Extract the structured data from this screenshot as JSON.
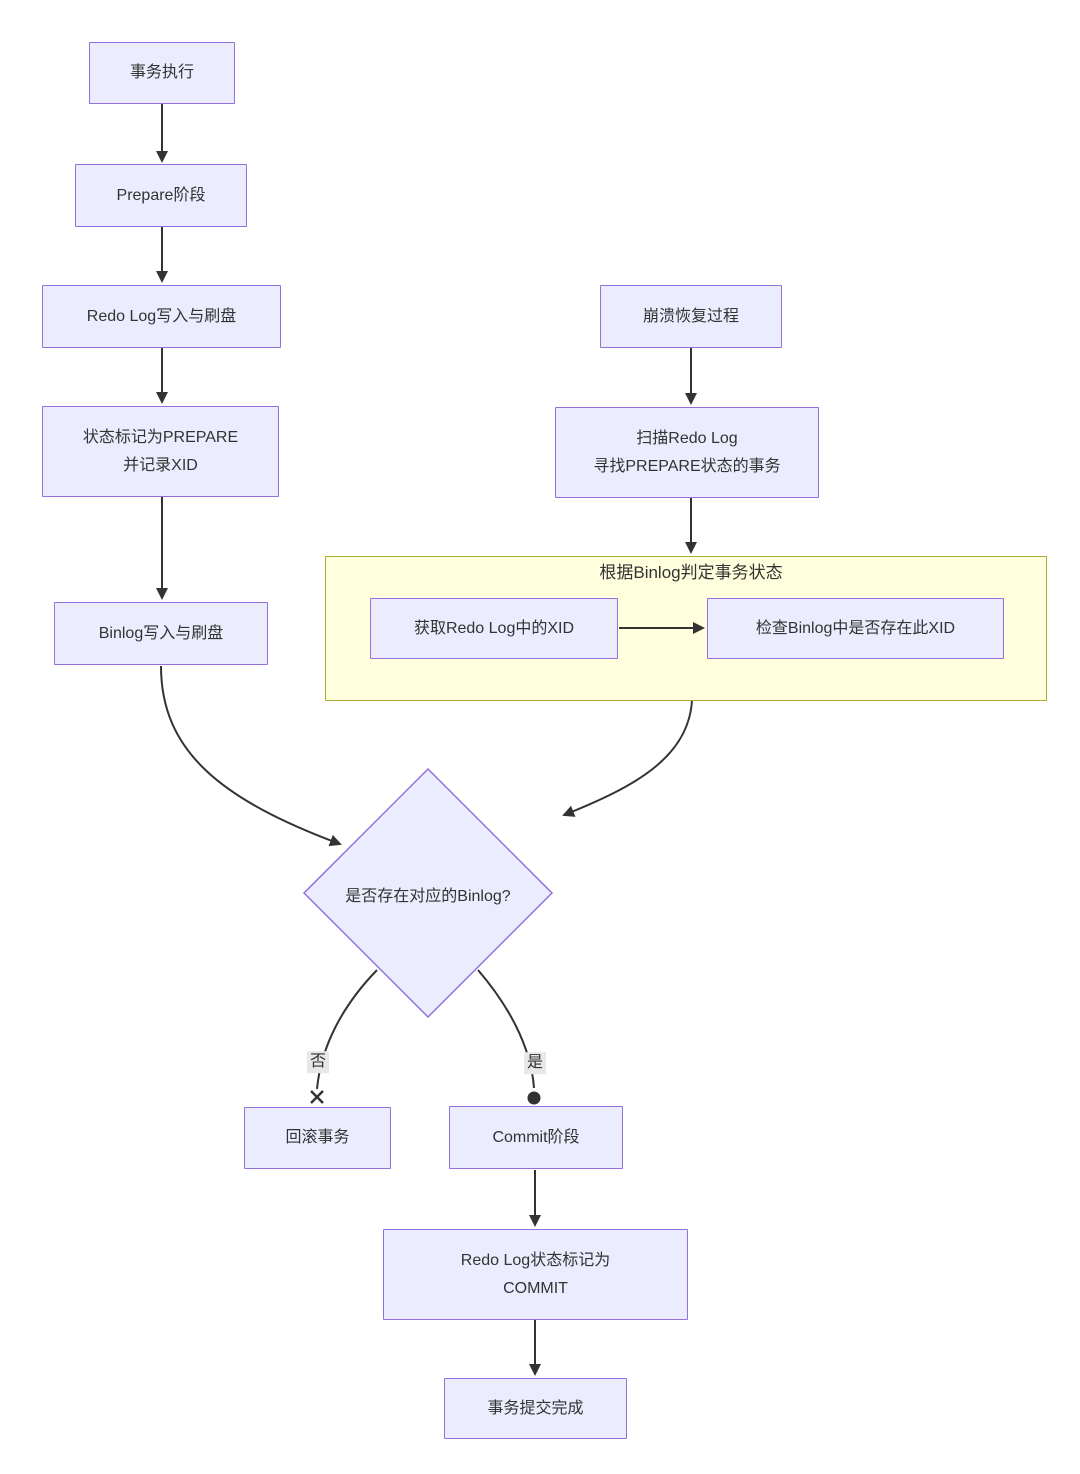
{
  "diagram": {
    "type": "flowchart",
    "background": "#FFFFFF",
    "nodes": {
      "transaction_execute": {
        "label": "事务执行"
      },
      "prepare_phase": {
        "label": "Prepare阶段"
      },
      "redo_log_write": {
        "label": "Redo Log写入与刷盘"
      },
      "mark_prepare": {
        "label": "状态标记为PREPARE\n并记录XID"
      },
      "binlog_write": {
        "label": "Binlog写入与刷盘"
      },
      "crash_recovery": {
        "label": "崩溃恢复过程"
      },
      "scan_redo_log": {
        "label": "扫描Redo Log\n寻找PREPARE状态的事务"
      },
      "get_xid": {
        "label": "获取Redo Log中的XID"
      },
      "check_xid": {
        "label": "检查Binlog中是否存在此XID"
      },
      "binlog_decision": {
        "label": "是否存在对应的Binlog?"
      },
      "rollback": {
        "label": "回滚事务"
      },
      "commit_phase": {
        "label": "Commit阶段"
      },
      "mark_commit": {
        "label": "Redo Log状态标记为\nCOMMIT"
      },
      "commit_done": {
        "label": "事务提交完成"
      }
    },
    "cluster": {
      "title": "根据Binlog判定事务状态"
    },
    "edge_labels": {
      "no": "否",
      "yes": "是"
    },
    "edges": [
      {
        "from": "transaction_execute",
        "to": "prepare_phase",
        "end": "arrow"
      },
      {
        "from": "prepare_phase",
        "to": "redo_log_write",
        "end": "arrow"
      },
      {
        "from": "redo_log_write",
        "to": "mark_prepare",
        "end": "arrow"
      },
      {
        "from": "mark_prepare",
        "to": "binlog_write",
        "end": "arrow"
      },
      {
        "from": "crash_recovery",
        "to": "scan_redo_log",
        "end": "arrow"
      },
      {
        "from": "scan_redo_log",
        "to": "cluster",
        "end": "arrow"
      },
      {
        "from": "get_xid",
        "to": "check_xid",
        "end": "arrow"
      },
      {
        "from": "binlog_write",
        "to": "binlog_decision",
        "end": "arrow"
      },
      {
        "from": "cluster",
        "to": "binlog_decision",
        "end": "arrow"
      },
      {
        "from": "binlog_decision",
        "to": "rollback",
        "label": "否",
        "end": "cross"
      },
      {
        "from": "binlog_decision",
        "to": "commit_phase",
        "label": "是",
        "end": "circle"
      },
      {
        "from": "commit_phase",
        "to": "mark_commit",
        "end": "arrow"
      },
      {
        "from": "mark_commit",
        "to": "commit_done",
        "end": "arrow"
      }
    ],
    "colors": {
      "node_fill": "#ECECFF",
      "node_border": "#9370DB",
      "cluster_fill": "#FFFFDE",
      "cluster_border": "#AAAA33",
      "text": "#333333",
      "edge": "#333333",
      "edge_label_bg": "#E8E8E8"
    }
  }
}
